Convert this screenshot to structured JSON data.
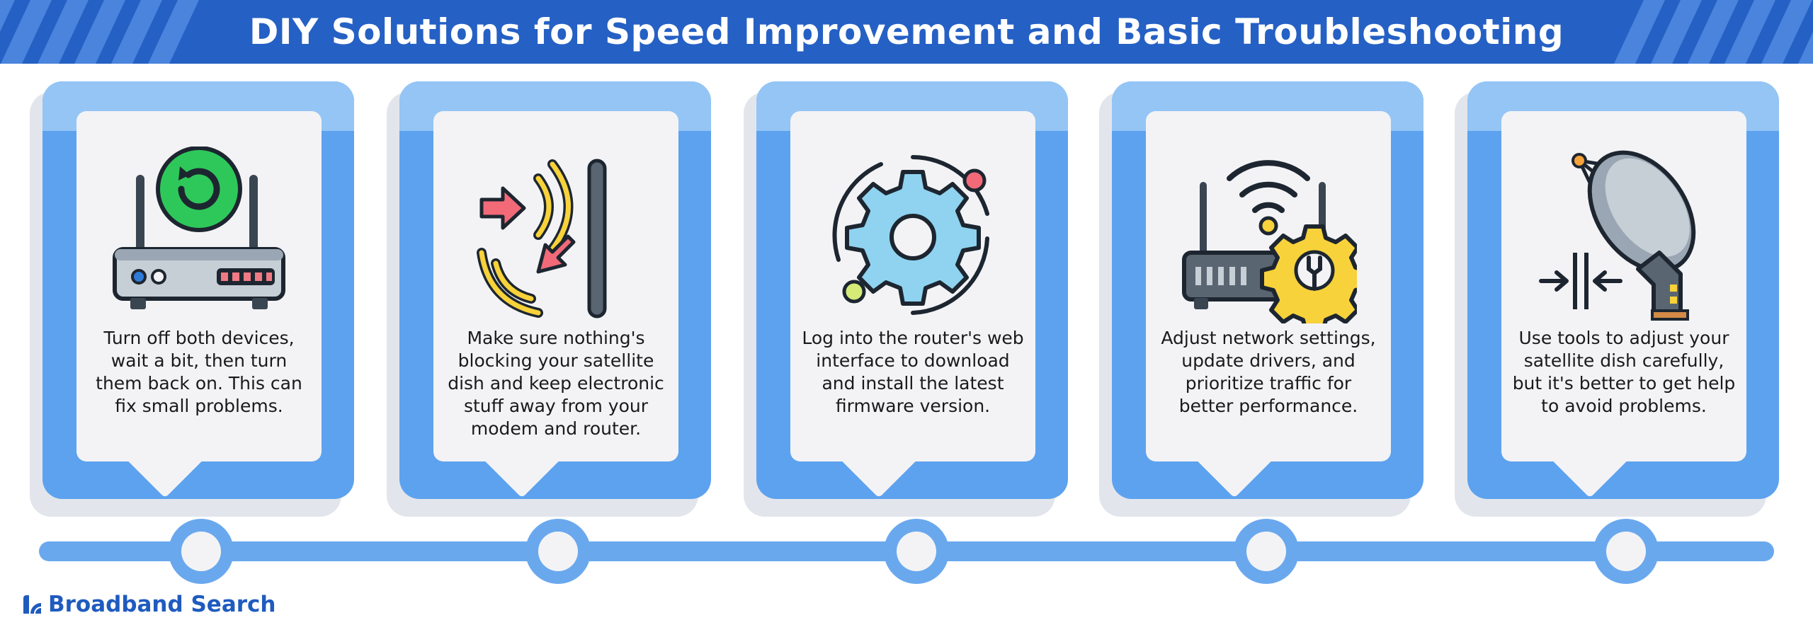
{
  "header": {
    "title": "DIY Solutions for Speed Improvement and Basic Troubleshooting"
  },
  "colors": {
    "header_bg": "#2560c4",
    "card_blue": "#5da2ef",
    "card_light_blue": "#94c5f5",
    "card_inner": "#f3f3f5",
    "timeline": "#6aa8ee",
    "brand": "#1f5bbf"
  },
  "cards": [
    {
      "icon": "router-restart-icon",
      "text": "Turn off both devices, wait a bit, then turn them back on. This can fix small problems."
    },
    {
      "icon": "signal-obstruction-icon",
      "text": "Make sure nothing's blocking your satellite dish and keep electronic stuff away from your modem and router."
    },
    {
      "icon": "firmware-gear-icon",
      "text": "Log into the router's web interface to download and install the latest firmware version."
    },
    {
      "icon": "router-settings-icon",
      "text": "Adjust network settings, update drivers, and prioritize traffic for better performance."
    },
    {
      "icon": "satellite-dish-icon",
      "text": "Use tools to adjust your satellite dish carefully, but it's better to get help to avoid problems."
    }
  ],
  "brand": {
    "name": "Broadband Search",
    "icon": "broadband-logo-icon"
  }
}
